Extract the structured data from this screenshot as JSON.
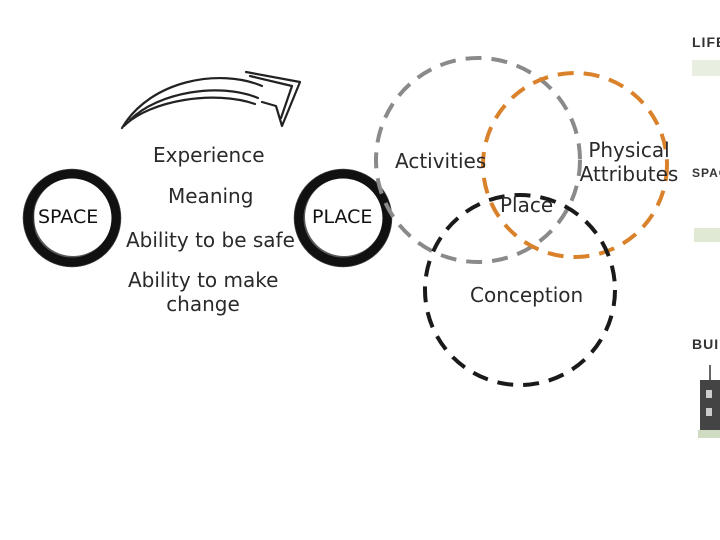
{
  "diagram": {
    "left": {
      "space_label": "SPACE",
      "place_label": "PLACE",
      "experience": "Experience",
      "meaning": "Meaning",
      "safe": "Ability to be safe",
      "change_line1": "Ability to make",
      "change_line2": "change"
    },
    "venn": {
      "activities": "Activities",
      "physical_line1": "Physical",
      "physical_line2": "Attributes",
      "place": "Place",
      "conception": "Conception",
      "colors": {
        "grey": "#8a8a8a",
        "orange": "#d9822b",
        "black": "#1a1a1a"
      }
    },
    "sidebar": {
      "life": "LIFE",
      "space": "SPAC",
      "build": "BUIL"
    }
  }
}
